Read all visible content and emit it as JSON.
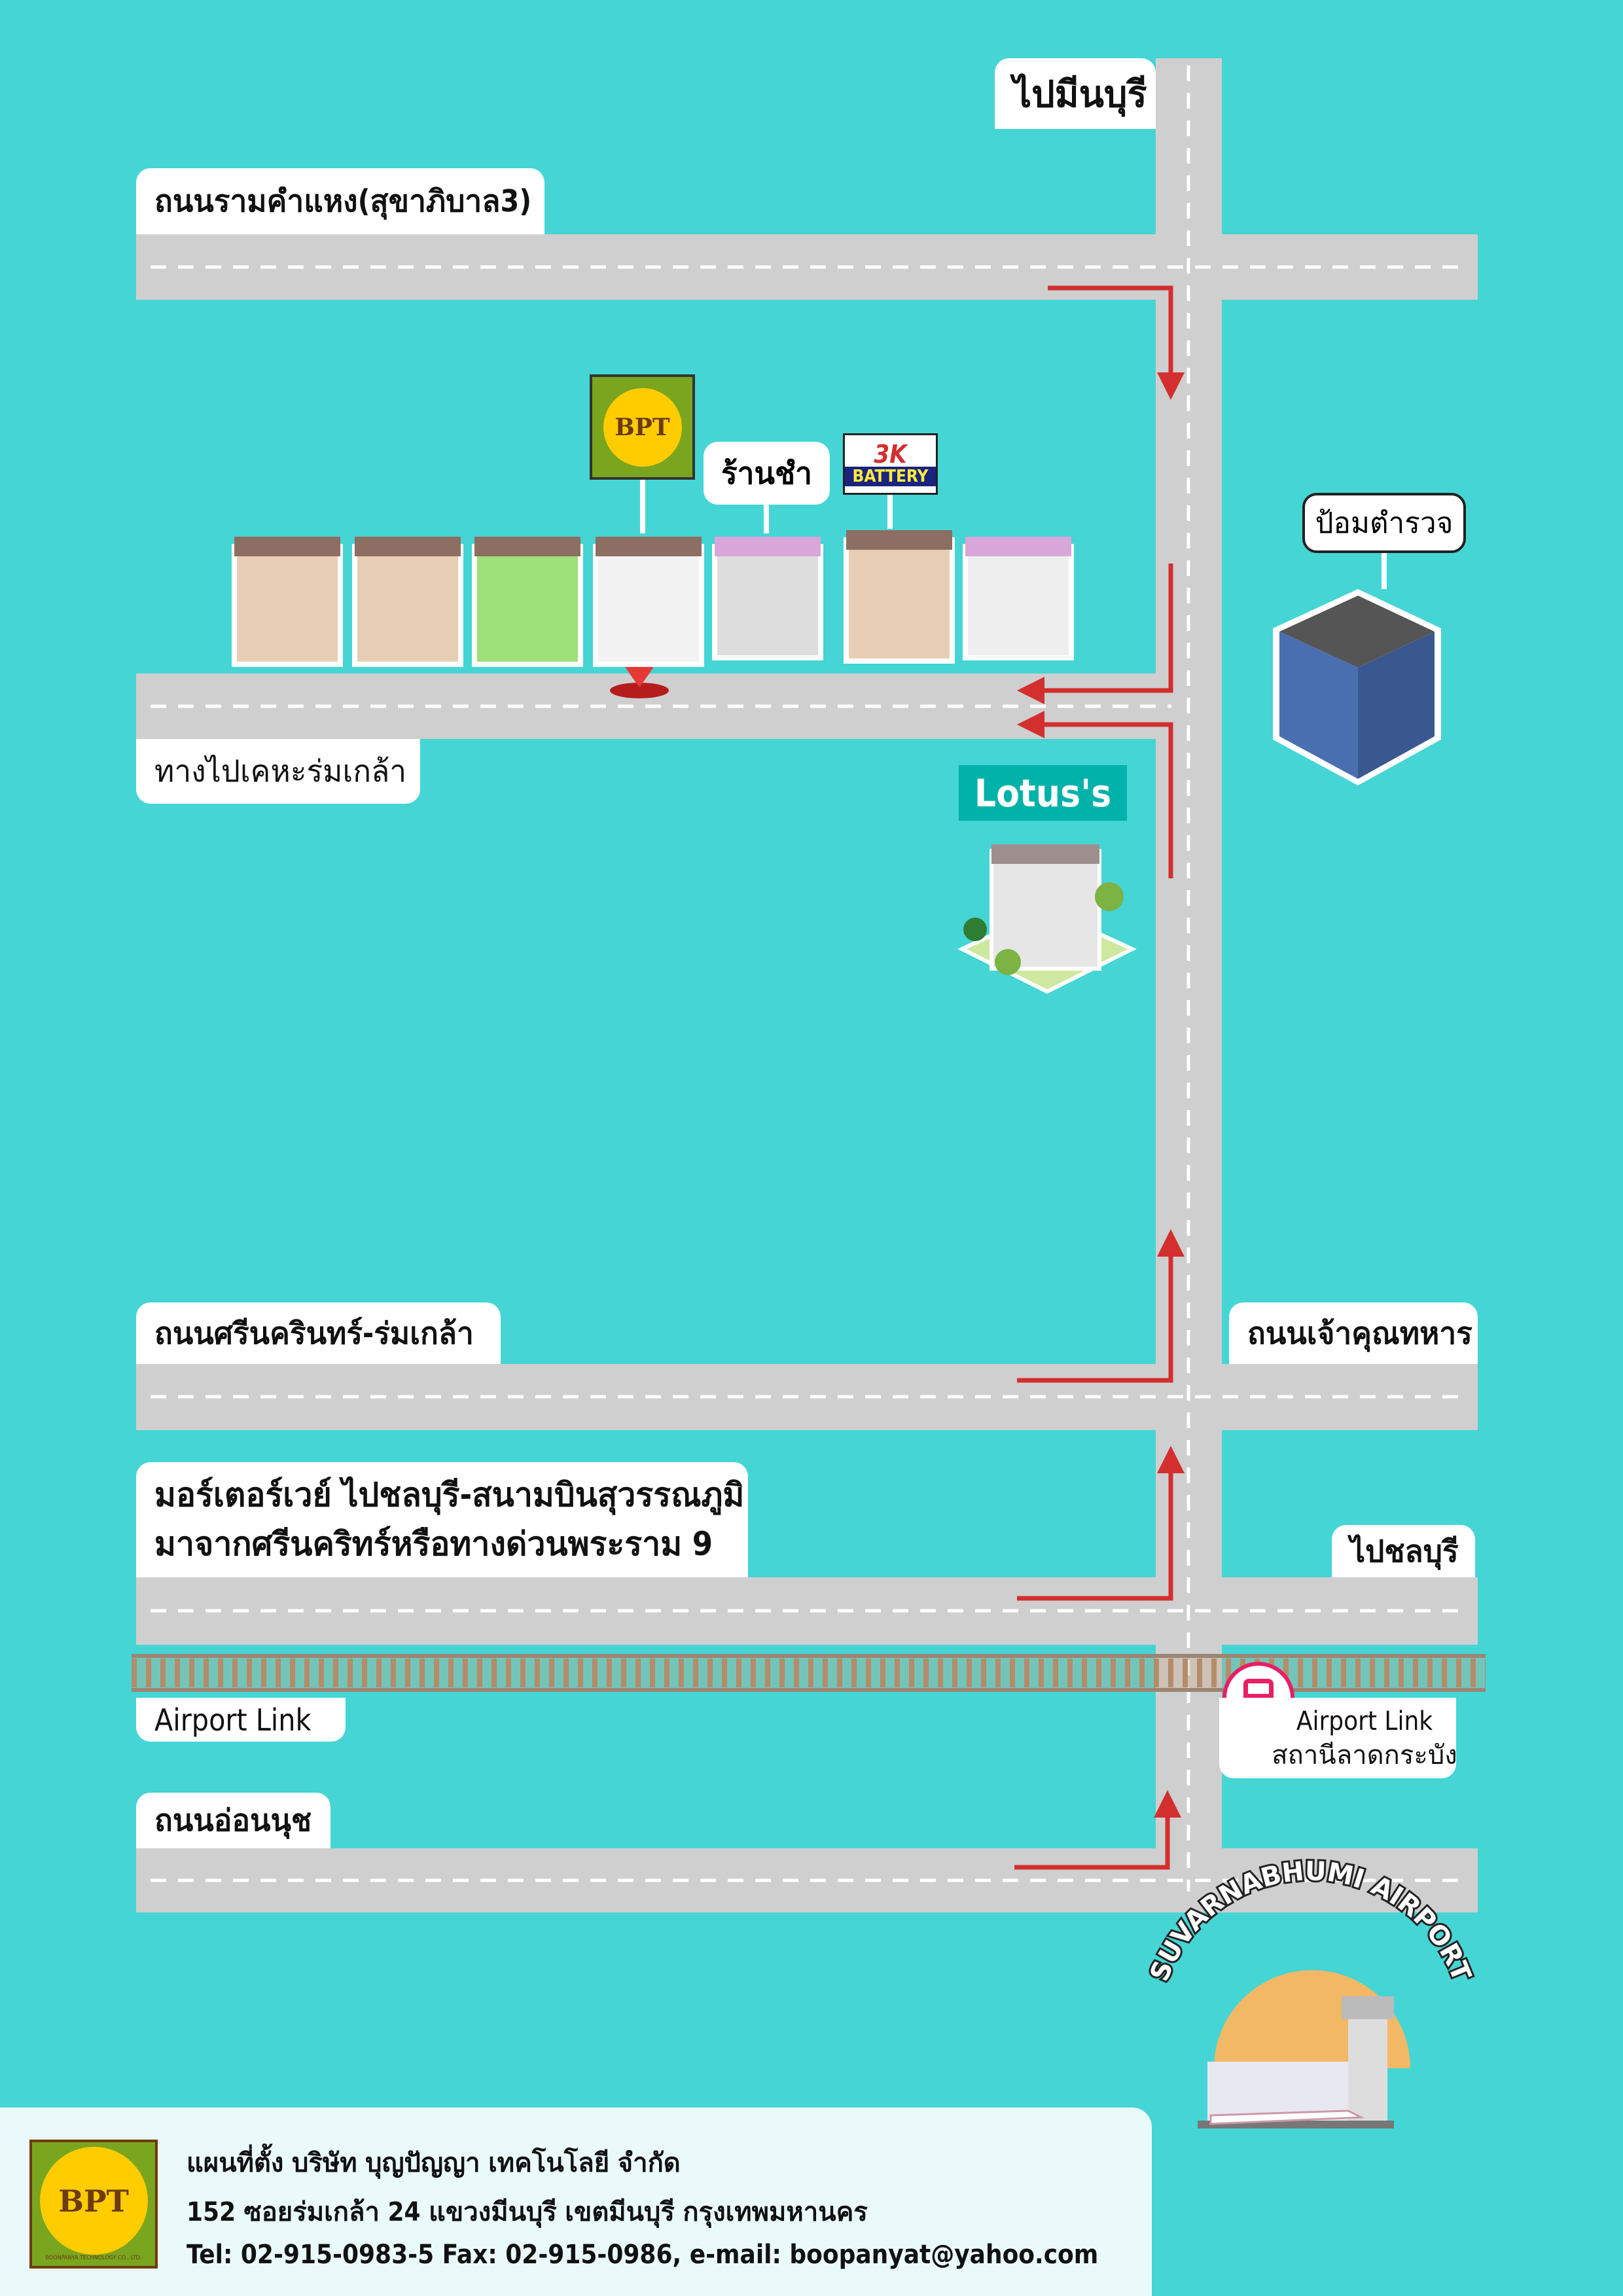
{
  "map": {
    "to_minburi": "ไปมีนบุรี",
    "road_ramkhamhaeng": "ถนนรามคำแหง(สุขาภิบาล3)",
    "road_kheha": "ทางไปเคหะร่มเกล้า",
    "road_srinakarin": "ถนนศรีนครินทร์-ร่มเกล้า",
    "road_chaokhun": "ถนนเจ้าคุณทหาร",
    "motorway_line1": "มอร์เตอร์เวย์ ไปชลบุรี-สนามบินสุวรรณภูมิ",
    "motorway_line2": "มาจากศรีนคริทร์หรือทางด่วนพระราม 9",
    "to_chonburi": "ไปชลบุรี",
    "airport_link": "Airport Link",
    "station_line1": "Airport Link",
    "station_line2": "สถานีลาดกระบัง",
    "road_onnut": "ถนนอ่อนนุช",
    "grocery": "ร้านชำ",
    "battery_logo": "3K",
    "battery_text": "BATTERY",
    "bpt_logo": "BPT",
    "police": "ป้อมตำรวจ",
    "lotus": "Lotus's",
    "airport": "SUVARNABHUMI AIRPORT"
  },
  "footer": {
    "logo": "BPT",
    "logo_sub": "BOONPANYA TECHNOLOGY CO., LTD.",
    "line1": "แผนที่ตั้ง บริษัท บุญปัญญา เทคโนโลยี จำกัด",
    "line2": "152 ซอยร่มเกล้า 24 แขวงมีนบุรี เขตมีนบุรี กรุงเทพมหานคร",
    "line3": "Tel: 02-915-0983-5 Fax: 02-915-0986, e-mail: boopanyat@yahoo.com"
  },
  "colors": {
    "bg": "#45d5d5",
    "road": "#cccccc",
    "arrow": "#d32f2f"
  }
}
